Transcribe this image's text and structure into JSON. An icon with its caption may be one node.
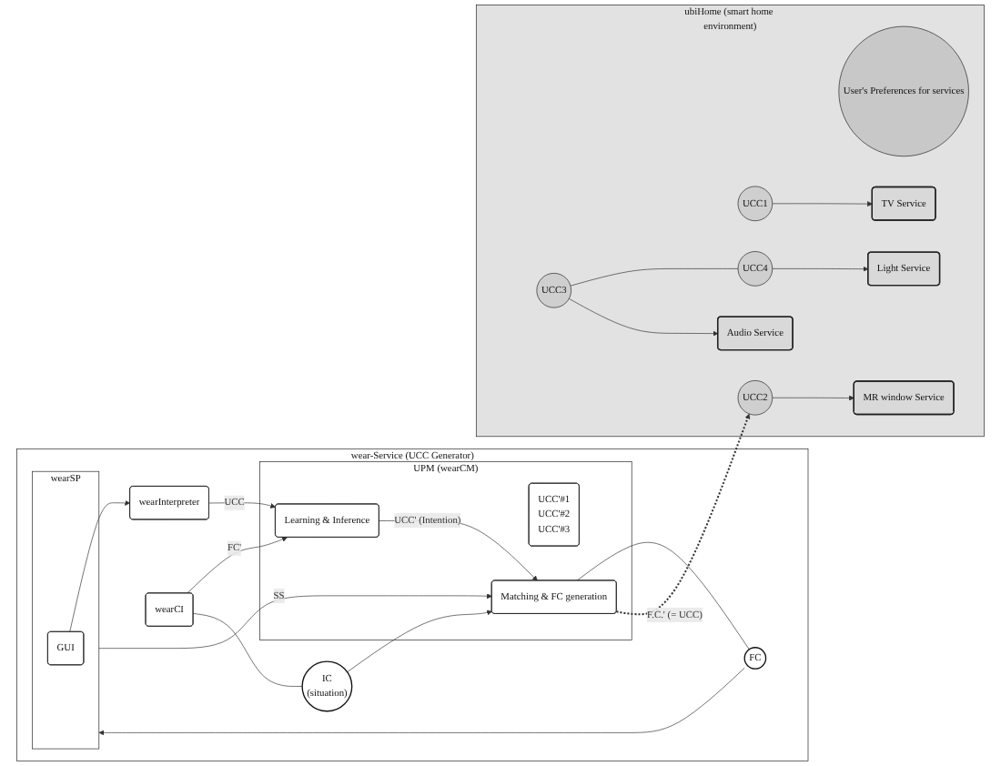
{
  "diagram": {
    "nodes": [
      {
        "text": [
          "wear-Service (UCC Generator)"
        ]
      },
      {
        "text": [
          "wearSP"
        ],
        "in": 0
      },
      {
        "text": [
          "GUI"
        ],
        "in": 1
      },
      {
        "text": [
          "wearInterpreter"
        ],
        "in": 0
      },
      {
        "text": [
          "UPM (wearCM)"
        ],
        "in": 0
      },
      {
        "text": [
          "Learning & Inference"
        ],
        "in": 4
      },
      {
        "text": [
          "UCC'#1",
          "UCC'#2",
          "UCC'#3"
        ],
        "in": 4
      },
      {
        "text": [
          "Matching & FC generation"
        ],
        "in": 4
      },
      {
        "text": [
          "FC"
        ],
        "in": 0
      },
      {
        "text": [
          "wearCI"
        ],
        "in": 0
      },
      {
        "text": [
          "IC",
          "(situation)"
        ],
        "in": 0
      },
      {
        "text": [
          "ubiHome (smart home environment)"
        ]
      },
      {
        "text": [
          "User's Preferences for services"
        ],
        "in": 11
      },
      {
        "text": [
          "UCC1"
        ],
        "in": 11
      },
      {
        "text": [
          "UCC2"
        ],
        "in": 11
      },
      {
        "text": [
          "UCC3"
        ],
        "in": 11
      },
      {
        "text": [
          "UCC4"
        ],
        "in": 11
      },
      {
        "text": [
          "TV Service"
        ],
        "in": 11
      },
      {
        "text": [
          "MR window Service"
        ],
        "in": 11
      },
      {
        "text": [
          "Audio Service"
        ],
        "in": 11
      },
      {
        "text": [
          "Light Service"
        ],
        "in": 11
      }
    ],
    "edges": [
      {
        "from": 2,
        "to": 3,
        "arrow": "to"
      },
      {
        "from": 3,
        "to": 5,
        "arrow": "to",
        "label": "UCC"
      },
      {
        "from": 5,
        "to": 7,
        "arrow": "to",
        "label": "UCC' (Intention)"
      },
      {
        "from": 7,
        "to": 8,
        "arrow": "none"
      },
      {
        "from": 8,
        "to": 1,
        "arrow": "to"
      },
      {
        "from": 1,
        "to": 7,
        "arrow": "to",
        "label": "SS"
      },
      {
        "from": 9,
        "to": 5,
        "arrow": "to",
        "label": "FC'"
      },
      {
        "from": 9,
        "to": 10,
        "arrow": "none"
      },
      {
        "from": 10,
        "to": 7,
        "arrow": "to"
      },
      {
        "from": 7,
        "to": 14,
        "arrow": "to",
        "label": "F.C.' (= UCC)",
        "style": "dashed"
      },
      {
        "from": 14,
        "to": 18,
        "arrow": "to"
      },
      {
        "from": 13,
        "to": 17,
        "arrow": "to"
      },
      {
        "from": 15,
        "to": 16,
        "arrow": "none"
      },
      {
        "from": 15,
        "to": 19,
        "arrow": "to"
      },
      {
        "from": 16,
        "to": 20,
        "arrow": "to"
      }
    ]
  }
}
